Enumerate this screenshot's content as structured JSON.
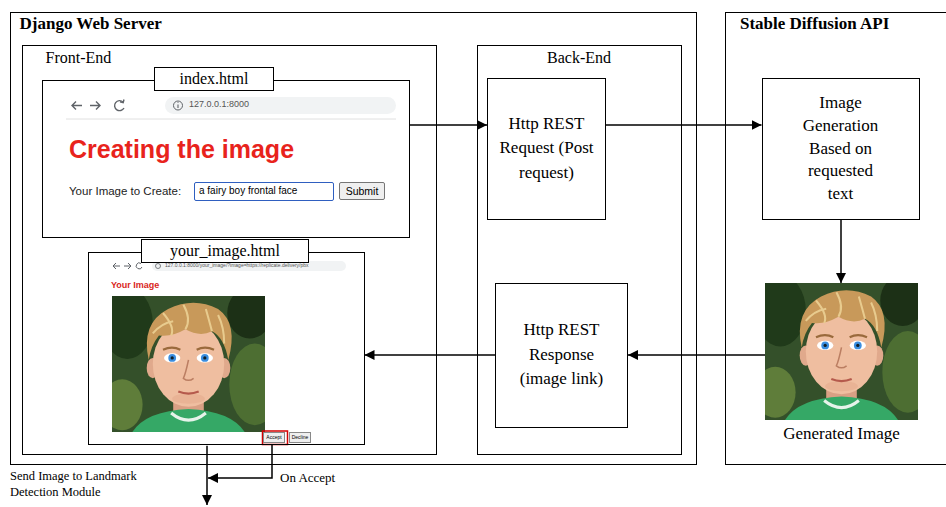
{
  "diagram": {
    "nodes": [
      {
        "text": [
          "Django Web Server"
        ]
      },
      {
        "text": [
          "Front-End"
        ],
        "in": 0
      },
      {
        "text": [
          "index.html",
          "127.0.0.1:8000",
          "Creating the image",
          "Your Image to Create:"
        ],
        "in": 1
      },
      {
        "text": [
          "a fairy boy frontal face"
        ],
        "in": 2
      },
      {
        "text": [
          "Submit"
        ],
        "in": 2
      },
      {
        "text": [
          "your_image.html",
          "127.0.0.1:8000/your_image/?image=https://replicate.delivery/pbx",
          "Your Image"
        ],
        "in": 1
      },
      {
        "text": [
          "Accept"
        ],
        "in": 5
      },
      {
        "text": [
          "Decline"
        ],
        "in": 5
      },
      {
        "text": [
          "Back-End"
        ],
        "in": 0
      },
      {
        "text": [
          "Http REST Request (Post request)"
        ],
        "in": 8
      },
      {
        "text": [
          "Http REST Response (image link)"
        ],
        "in": 8
      },
      {
        "text": [
          "Stable Diffusion API"
        ]
      },
      {
        "text": [
          "Image Generation Based on requested text"
        ],
        "in": 11
      },
      {
        "text": [
          "Generated Image"
        ],
        "in": 11
      }
    ],
    "edges": [
      {
        "from": 2,
        "to": 9,
        "arrow": "to"
      },
      {
        "from": 9,
        "to": 12,
        "arrow": "to"
      },
      {
        "from": 12,
        "to": 13,
        "arrow": "to"
      },
      {
        "from": 13,
        "to": 10,
        "arrow": "to"
      },
      {
        "from": 10,
        "to": 5,
        "arrow": "to"
      }
    ],
    "labels": [
      "Send Image to Landmark Detection Module",
      "On Accept"
    ]
  }
}
